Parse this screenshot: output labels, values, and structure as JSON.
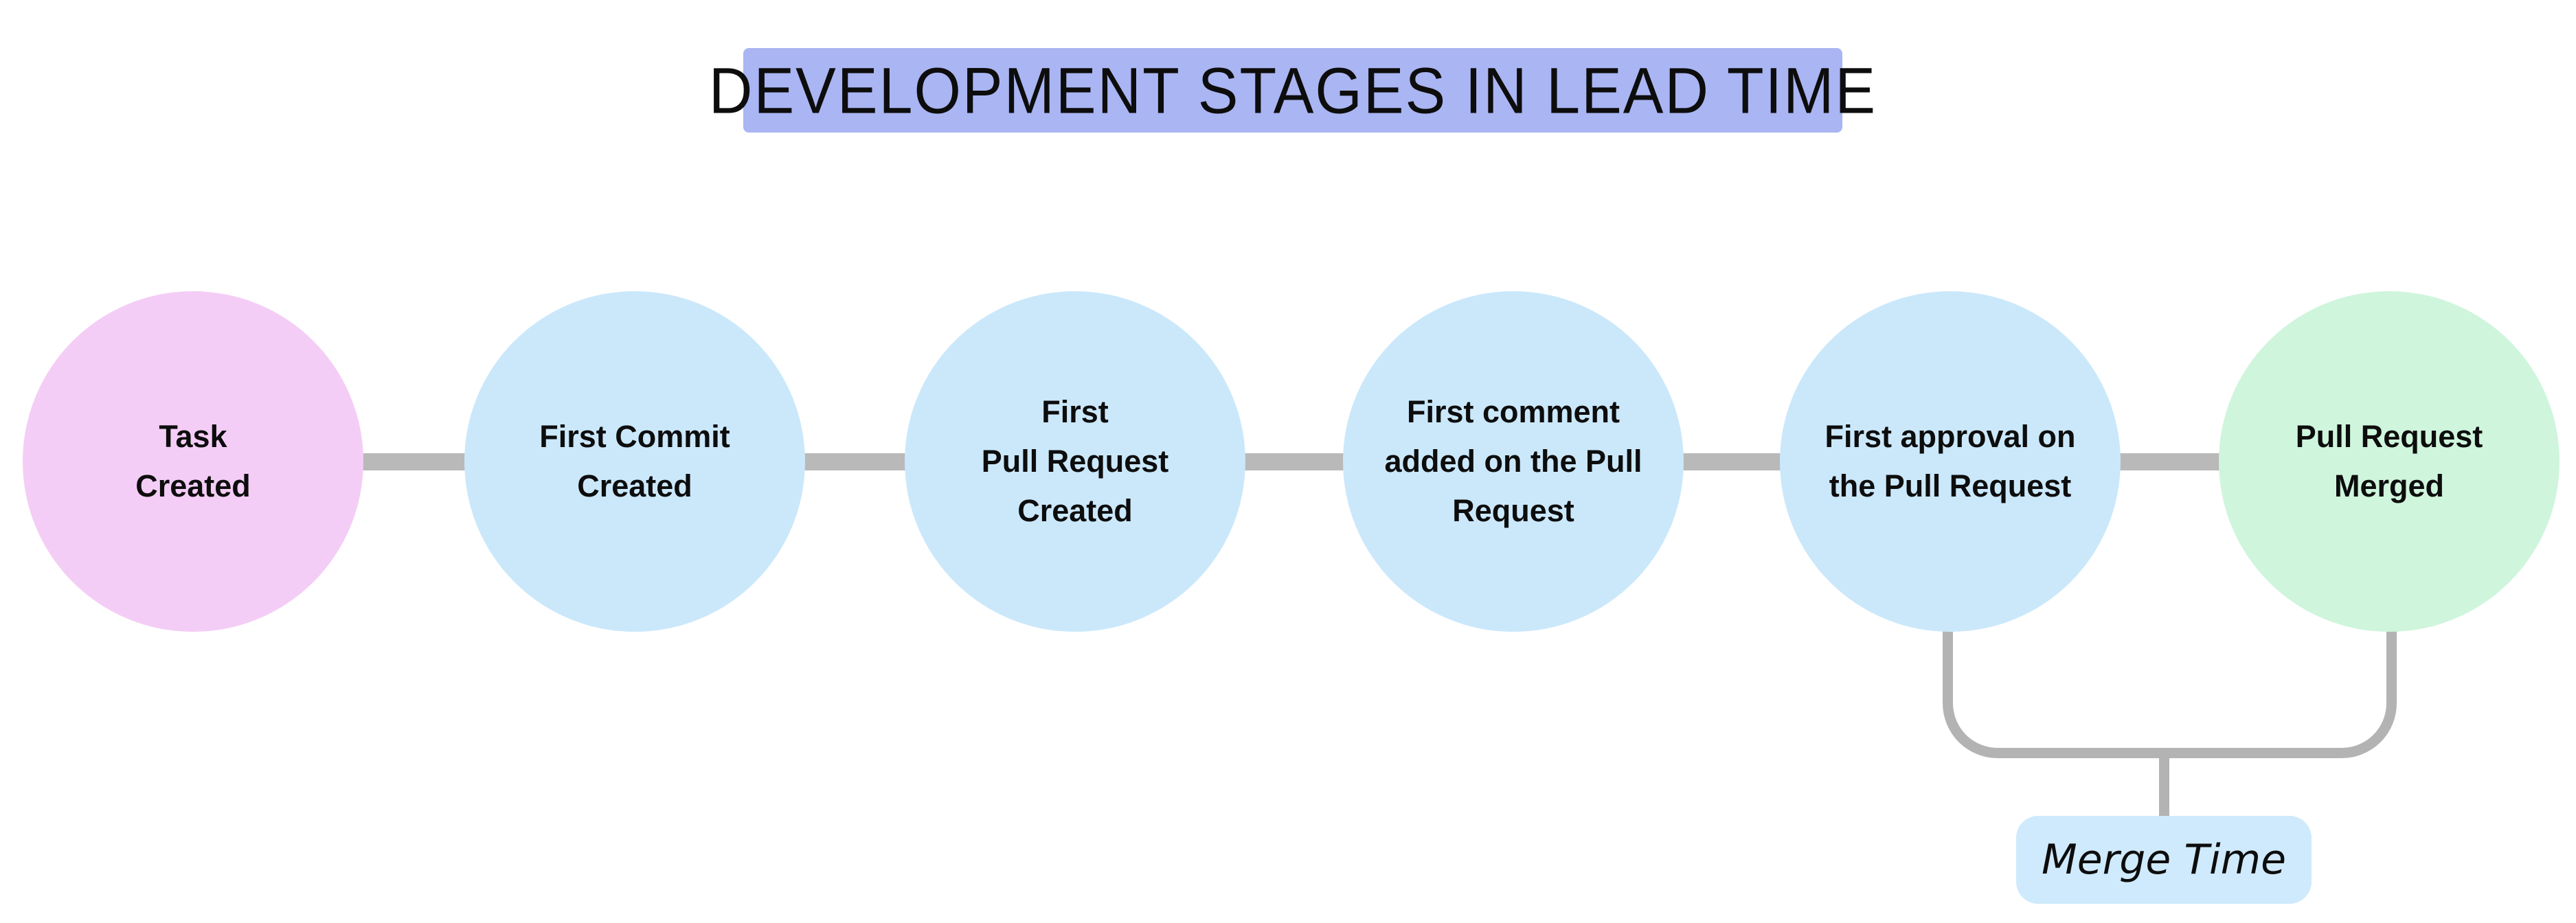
{
  "title": {
    "label": "DEVELOPMENT STAGES IN LEAD TIME"
  },
  "colors": {
    "title_bg": "#aab5f3",
    "stage_start": "#f4cdf6",
    "stage_mid": "#cbe8fb",
    "stage_end": "#cff5dd",
    "connector": "#b9b9b9",
    "bracket": "#b3b3b3",
    "annotation_bg": "#cfeafc",
    "text": "#0d0d0d"
  },
  "stages": [
    {
      "label": "Task\nCreated",
      "color": "#f4cdf6"
    },
    {
      "label": "First Commit\nCreated",
      "color": "#cbe8fb"
    },
    {
      "label": "First\nPull Request\nCreated",
      "color": "#cbe8fb"
    },
    {
      "label": "First comment\nadded on the Pull\nRequest",
      "color": "#cbe8fb"
    },
    {
      "label": "First approval on\nthe Pull Request",
      "color": "#cbe8fb"
    },
    {
      "label": "Pull Request\nMerged",
      "color": "#cff5dd"
    }
  ],
  "annotation": {
    "label": "Merge Time"
  }
}
